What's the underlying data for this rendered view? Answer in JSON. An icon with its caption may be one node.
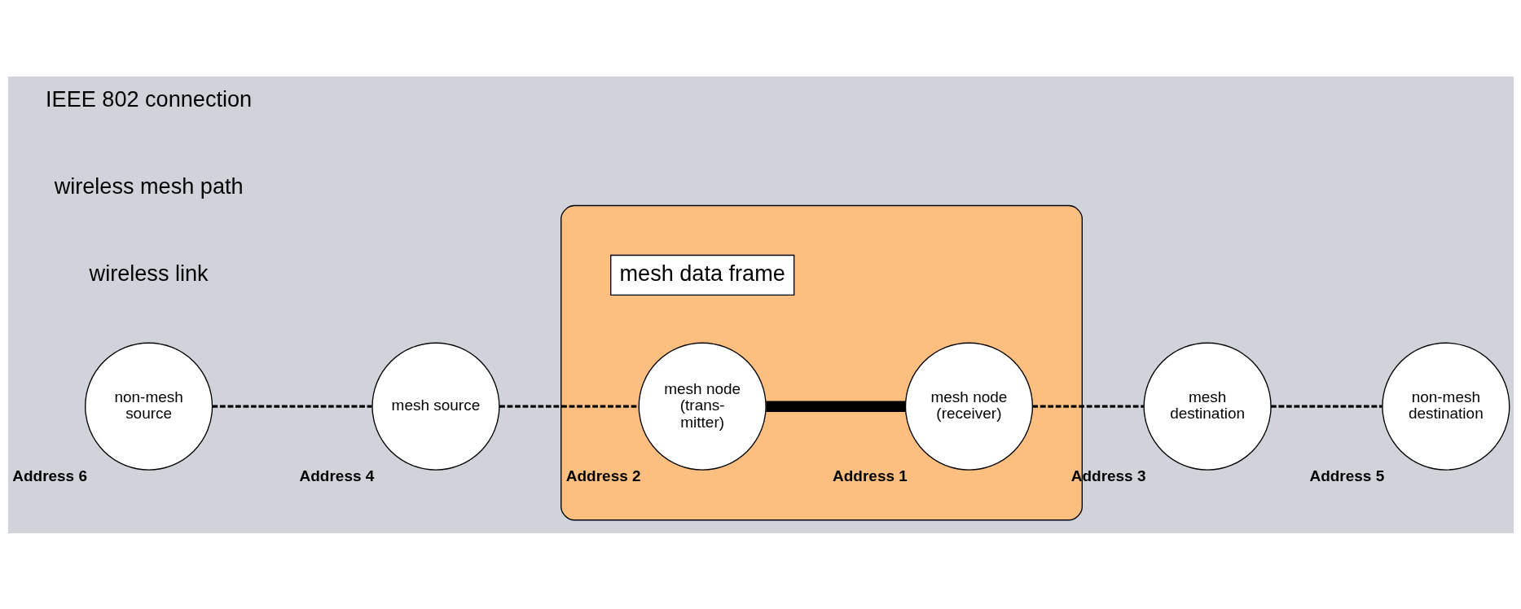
{
  "diagram": {
    "nodes": [
      {
        "text": [
          "non-mesh source"
        ],
        "beside": [
          "Address 6"
        ]
      },
      {
        "text": [
          "mesh source"
        ],
        "beside": [
          "Address 4"
        ]
      },
      {
        "text": [],
        "shape": "cloud"
      },
      {
        "text": [
          "mesh data frame"
        ],
        "in": 2
      },
      {
        "text": [
          "mesh node (trans- mitter)"
        ],
        "in": 2,
        "beside": [
          "Address 2"
        ]
      },
      {
        "text": [
          "mesh node (receiver)"
        ],
        "in": 2,
        "beside": [
          "Address 1"
        ]
      },
      {
        "text": [
          "mesh destination"
        ],
        "beside": [
          "Address 3"
        ]
      },
      {
        "text": [
          "non-mesh destination"
        ],
        "beside": [
          "Address 5"
        ]
      }
    ],
    "edges": [
      {
        "from": 0,
        "to": 1,
        "arrow": "none",
        "style": "dashed"
      },
      {
        "from": 1,
        "to": 4,
        "arrow": "none",
        "style": "dashed"
      },
      {
        "from": 4,
        "to": 5,
        "arrow": "none",
        "style": "thick"
      },
      {
        "from": 5,
        "to": 6,
        "arrow": "none",
        "style": "dashed"
      },
      {
        "from": 6,
        "to": 7,
        "arrow": "none",
        "style": "dashed"
      }
    ],
    "labels": [
      "wireless link",
      "wireless mesh path",
      "IEEE 802 connection"
    ]
  }
}
